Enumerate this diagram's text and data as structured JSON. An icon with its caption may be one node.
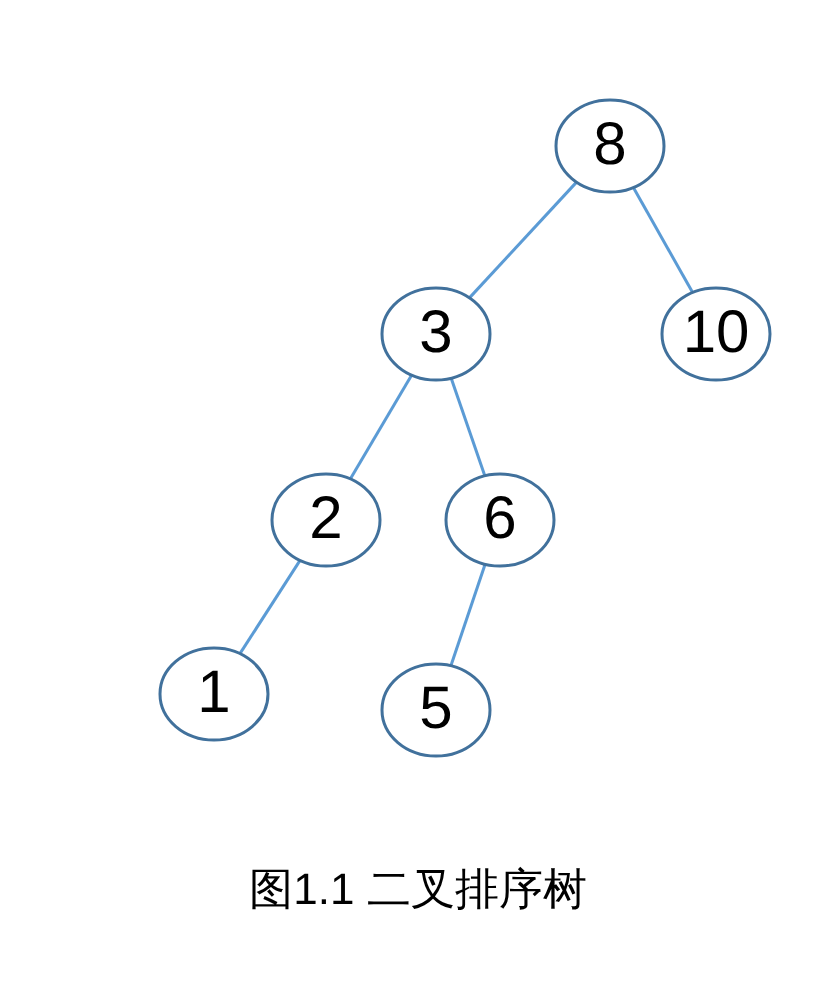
{
  "diagram": {
    "caption": "图1.1 二叉排序树",
    "nodes": [
      {
        "text": [
          "8"
        ]
      },
      {
        "text": [
          "3"
        ]
      },
      {
        "text": [
          "10"
        ]
      },
      {
        "text": [
          "2"
        ]
      },
      {
        "text": [
          "6"
        ]
      },
      {
        "text": [
          "1"
        ]
      },
      {
        "text": [
          "5"
        ]
      }
    ],
    "edges": [
      {
        "from": 0,
        "to": 1,
        "arrow": "none"
      },
      {
        "from": 0,
        "to": 2,
        "arrow": "none"
      },
      {
        "from": 1,
        "to": 3,
        "arrow": "none"
      },
      {
        "from": 1,
        "to": 4,
        "arrow": "none"
      },
      {
        "from": 3,
        "to": 5,
        "arrow": "none"
      },
      {
        "from": 4,
        "to": 6,
        "arrow": "none"
      }
    ]
  }
}
